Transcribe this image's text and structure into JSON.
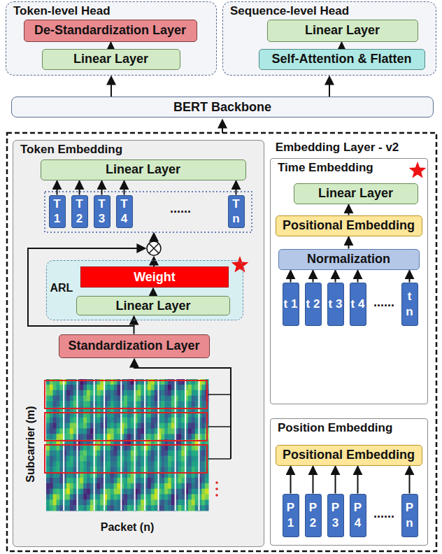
{
  "diagram": {
    "nodes": [
      {
        "text": [
          "Token-level Head"
        ]
      },
      {
        "text": [
          "De-Standardization Layer"
        ],
        "in": 0
      },
      {
        "text": [
          "Linear Layer"
        ],
        "in": 0
      },
      {
        "text": [
          "Sequence-level Head"
        ]
      },
      {
        "text": [
          "Linear Layer"
        ],
        "in": 3
      },
      {
        "text": [
          "Self-Attention & Flatten"
        ],
        "in": 3
      },
      {
        "text": [
          "BERT Backbone"
        ]
      },
      {
        "text": [
          "Token Embedding"
        ]
      },
      {
        "text": [
          "Linear Layer"
        ],
        "in": 7
      },
      {
        "text": [
          "T 1"
        ],
        "in": 7
      },
      {
        "text": [
          "T 2"
        ],
        "in": 7
      },
      {
        "text": [
          "T 3"
        ],
        "in": 7
      },
      {
        "text": [
          "T 4"
        ],
        "in": 7
      },
      {
        "text": [
          "T n"
        ],
        "in": 7
      },
      {
        "text": [
          "ARL"
        ],
        "in": 7
      },
      {
        "text": [
          "Weight"
        ],
        "in": 14
      },
      {
        "text": [
          "Linear Layer"
        ],
        "in": 14
      },
      {
        "text": [
          "Standardization Layer"
        ],
        "in": 7
      },
      {
        "text": [
          "Time Embedding"
        ]
      },
      {
        "text": [
          "Linear Layer"
        ],
        "in": 18
      },
      {
        "text": [
          "Positional Embedding"
        ],
        "in": 18
      },
      {
        "text": [
          "Normalization"
        ],
        "in": 18
      },
      {
        "text": [
          "t 1"
        ],
        "in": 18
      },
      {
        "text": [
          "t 2"
        ],
        "in": 18
      },
      {
        "text": [
          "t 3"
        ],
        "in": 18
      },
      {
        "text": [
          "t 4"
        ],
        "in": 18
      },
      {
        "text": [
          "t n"
        ],
        "in": 18
      },
      {
        "text": [
          "Position Embedding"
        ]
      },
      {
        "text": [
          "Positional Embedding"
        ],
        "in": 27
      },
      {
        "text": [
          "P 1"
        ],
        "in": 27
      },
      {
        "text": [
          "P 2"
        ],
        "in": 27
      },
      {
        "text": [
          "P 3"
        ],
        "in": 27
      },
      {
        "text": [
          "P 4"
        ],
        "in": 27
      },
      {
        "text": [
          "P n"
        ],
        "in": 27
      }
    ],
    "edges": [
      {
        "from": 2,
        "to": 1,
        "arrow": "to"
      },
      {
        "from": 5,
        "to": 4,
        "arrow": "to"
      },
      {
        "from": 6,
        "to": 0,
        "arrow": "to"
      },
      {
        "from": 6,
        "to": 3,
        "arrow": "to"
      },
      {
        "from": 9,
        "to": 8,
        "arrow": "to"
      },
      {
        "from": 10,
        "to": 8,
        "arrow": "to"
      },
      {
        "from": 11,
        "to": 8,
        "arrow": "to"
      },
      {
        "from": 12,
        "to": 8,
        "arrow": "to"
      },
      {
        "from": 13,
        "to": 8,
        "arrow": "to"
      },
      {
        "from": 16,
        "to": 15,
        "arrow": "to"
      },
      {
        "from": 17,
        "to": 16,
        "arrow": "to"
      },
      {
        "from": 22,
        "to": 21,
        "arrow": "to"
      },
      {
        "from": 23,
        "to": 21,
        "arrow": "to"
      },
      {
        "from": 24,
        "to": 21,
        "arrow": "to"
      },
      {
        "from": 25,
        "to": 21,
        "arrow": "to"
      },
      {
        "from": 26,
        "to": 21,
        "arrow": "to"
      },
      {
        "from": 21,
        "to": 20,
        "arrow": "to"
      },
      {
        "from": 20,
        "to": 19,
        "arrow": "to"
      },
      {
        "from": 29,
        "to": 28,
        "arrow": "to"
      },
      {
        "from": 30,
        "to": 28,
        "arrow": "to"
      },
      {
        "from": 31,
        "to": 28,
        "arrow": "to"
      },
      {
        "from": 32,
        "to": 28,
        "arrow": "to"
      },
      {
        "from": 33,
        "to": 28,
        "arrow": "to"
      }
    ],
    "labels": [
      "......",
      "Subcarrier (m)",
      "Packet (n)",
      "Embedding Layer - v2",
      "......",
      "......"
    ]
  }
}
